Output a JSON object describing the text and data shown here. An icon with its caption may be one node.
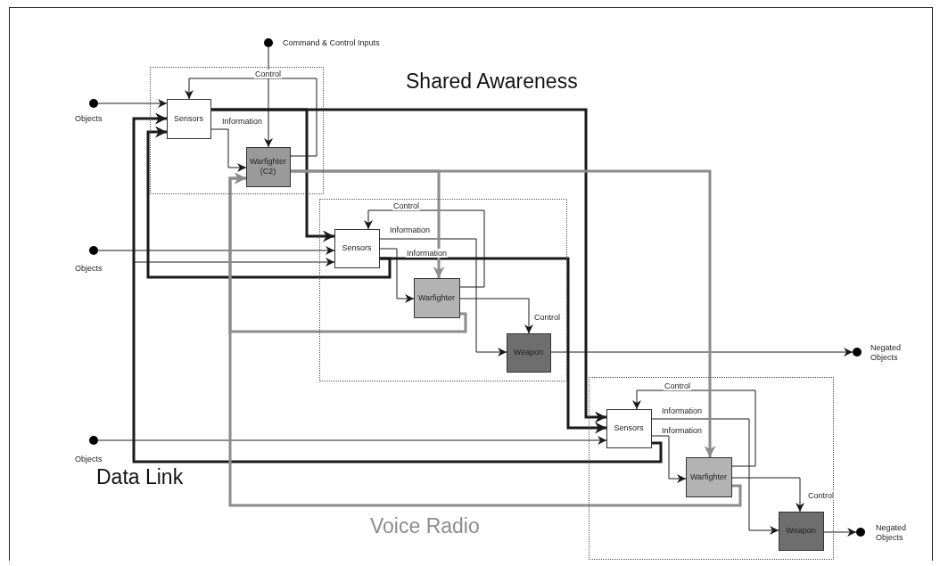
{
  "diagram": {
    "nodes": [
      {
        "text": [],
        "shape": "box"
      },
      {
        "text": [
          "Sensors"
        ],
        "in": 0
      },
      {
        "text": [
          "Warfighter (C2)"
        ],
        "in": 0
      },
      {
        "text": [],
        "shape": "box"
      },
      {
        "text": [
          "Sensors"
        ],
        "in": 3
      },
      {
        "text": [
          "Warfighter"
        ],
        "in": 3
      },
      {
        "text": [
          "Weapon"
        ],
        "in": 3
      },
      {
        "text": [],
        "shape": "box"
      },
      {
        "text": [
          "Sensors"
        ],
        "in": 7
      },
      {
        "text": [
          "Warfighter"
        ],
        "in": 7
      },
      {
        "text": [
          "Weapon"
        ],
        "in": 7
      },
      {
        "text": [],
        "shape": "circle",
        "beside": [
          "Command & Control Inputs"
        ]
      },
      {
        "text": [],
        "shape": "circle",
        "beside": [
          "Objects"
        ]
      },
      {
        "text": [],
        "shape": "circle",
        "beside": [
          "Objects"
        ]
      },
      {
        "text": [],
        "shape": "circle",
        "beside": [
          "Objects"
        ]
      },
      {
        "text": [],
        "shape": "circle",
        "beside": [
          "Negated Objects"
        ]
      },
      {
        "text": [],
        "shape": "circle",
        "beside": [
          "Negated Objects"
        ]
      }
    ],
    "edges": [
      {
        "from": 12,
        "to": 1,
        "arrow": "to"
      },
      {
        "from": 11,
        "to": 2,
        "arrow": "to"
      },
      {
        "from": 1,
        "to": 2,
        "arrow": "to",
        "label": "Information"
      },
      {
        "from": 2,
        "to": 1,
        "arrow": "to",
        "label": "Control"
      },
      {
        "from": 1,
        "to": 4,
        "arrow": "to",
        "style": "thick"
      },
      {
        "from": 1,
        "to": 8,
        "arrow": "to",
        "style": "thick"
      },
      {
        "from": 4,
        "to": 1,
        "arrow": "to",
        "style": "thick"
      },
      {
        "from": 4,
        "to": 8,
        "arrow": "to",
        "style": "thick"
      },
      {
        "from": 8,
        "to": 1,
        "arrow": "to",
        "style": "thick"
      },
      {
        "from": 8,
        "to": 4,
        "arrow": "to"
      },
      {
        "from": 13,
        "to": 4,
        "arrow": "to"
      },
      {
        "from": 4,
        "to": 6,
        "arrow": "to",
        "label": "Information"
      },
      {
        "from": 4,
        "to": 5,
        "arrow": "to",
        "label": "Information"
      },
      {
        "from": 5,
        "to": 4,
        "arrow": "to",
        "label": "Control"
      },
      {
        "from": 5,
        "to": 6,
        "arrow": "to",
        "label": "Control"
      },
      {
        "from": 6,
        "to": 15,
        "arrow": "to"
      },
      {
        "from": 14,
        "to": 8,
        "arrow": "to"
      },
      {
        "from": 8,
        "to": 10,
        "arrow": "to",
        "label": "Information"
      },
      {
        "from": 8,
        "to": 9,
        "arrow": "to",
        "label": "Information"
      },
      {
        "from": 9,
        "to": 8,
        "arrow": "to",
        "label": "Control"
      },
      {
        "from": 9,
        "to": 10,
        "arrow": "to",
        "label": "Control"
      },
      {
        "from": 10,
        "to": 16,
        "arrow": "to"
      },
      {
        "from": 2,
        "to": 5,
        "arrow": "to",
        "style": "thick",
        "color": "#8c8c8c"
      },
      {
        "from": 2,
        "to": 9,
        "arrow": "to",
        "style": "thick",
        "color": "#8c8c8c"
      },
      {
        "from": 5,
        "to": 2,
        "arrow": "to",
        "style": "thick",
        "color": "#8c8c8c"
      },
      {
        "from": 9,
        "to": 2,
        "arrow": "to",
        "style": "thick",
        "color": "#8c8c8c"
      }
    ],
    "labels": [
      "Shared Awareness",
      "Data Link",
      "Voice Radio"
    ]
  }
}
